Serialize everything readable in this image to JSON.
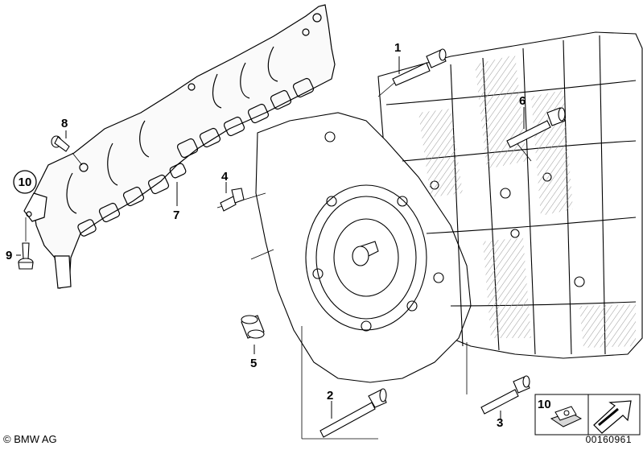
{
  "callouts": {
    "c1": "1",
    "c2": "2",
    "c3": "3",
    "c4": "4",
    "c5": "5",
    "c6": "6",
    "c7": "7",
    "c8": "8",
    "c9": "9",
    "c10_circle": "10",
    "c10_box": "10"
  },
  "footer": {
    "copyright": "© BMW AG",
    "drawing_number": "00160961"
  },
  "colors": {
    "line": "#000000",
    "hatch": "#7a7a7a",
    "arrow_fill": "#ffffff"
  }
}
